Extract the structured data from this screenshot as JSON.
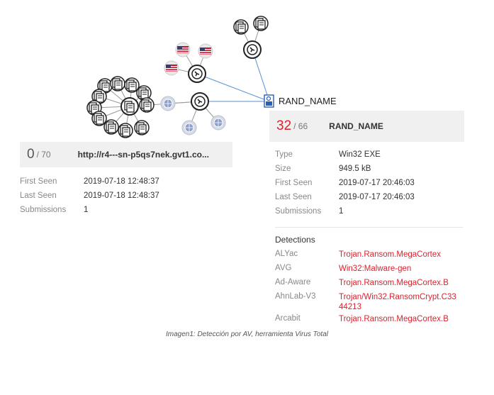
{
  "graph": {
    "main_node_label": "RAND_NAME"
  },
  "left_card": {
    "score": "0",
    "total": "/ 70",
    "title": "http://r4---sn-p5qs7nek.gvt1.co...",
    "rows": [
      {
        "key": "First Seen",
        "value": "2019-07-18 12:48:37"
      },
      {
        "key": "Last Seen",
        "value": "2019-07-18 12:48:37"
      },
      {
        "key": "Submissions",
        "value": "1"
      }
    ]
  },
  "right_card": {
    "score": "32",
    "total": "/ 66",
    "title": "RAND_NAME",
    "rows": [
      {
        "key": "Type",
        "value": "Win32 EXE"
      },
      {
        "key": "Size",
        "value": "949.5 kB"
      },
      {
        "key": "First Seen",
        "value": "2019-07-17 20:46:03"
      },
      {
        "key": "Last Seen",
        "value": "2019-07-17 20:46:03"
      },
      {
        "key": "Submissions",
        "value": "1"
      }
    ],
    "detections_title": "Detections",
    "detections": [
      {
        "engine": "ALYac",
        "result": "Trojan.Ransom.MegaCortex"
      },
      {
        "engine": "AVG",
        "result": "Win32:Malware-gen"
      },
      {
        "engine": "Ad-Aware",
        "result": "Trojan.Ransom.MegaCortex.B"
      },
      {
        "engine": "AhnLab-V3",
        "result": "Trojan/Win32.RansomCrypt.C3344213"
      },
      {
        "engine": "Arcabit",
        "result": "Trojan.Ransom.MegaCortex.B"
      }
    ],
    "colors": {
      "detection": "#d9232e"
    }
  },
  "caption": "Imagen1: Detección por AV, herramienta Virus Total"
}
